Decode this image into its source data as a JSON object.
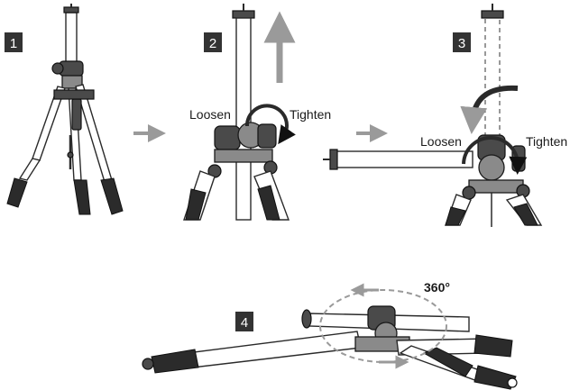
{
  "steps": [
    {
      "number": "1"
    },
    {
      "number": "2",
      "label_left": "Loosen",
      "label_right": "Tighten"
    },
    {
      "number": "3",
      "label_left": "Loosen",
      "label_right": "Tighten"
    },
    {
      "number": "4",
      "angle": "360°"
    }
  ],
  "colors": {
    "badge": "#333333",
    "arrow_gray": "#9a9a9a",
    "rotate_black": "#111111",
    "grip": "#2b2b2b"
  },
  "icons": [
    "right-arrow-icon",
    "up-arrow-icon",
    "clockwise-arrow-icon",
    "curved-arrow-icon",
    "dashed-ellipse-icon"
  ]
}
